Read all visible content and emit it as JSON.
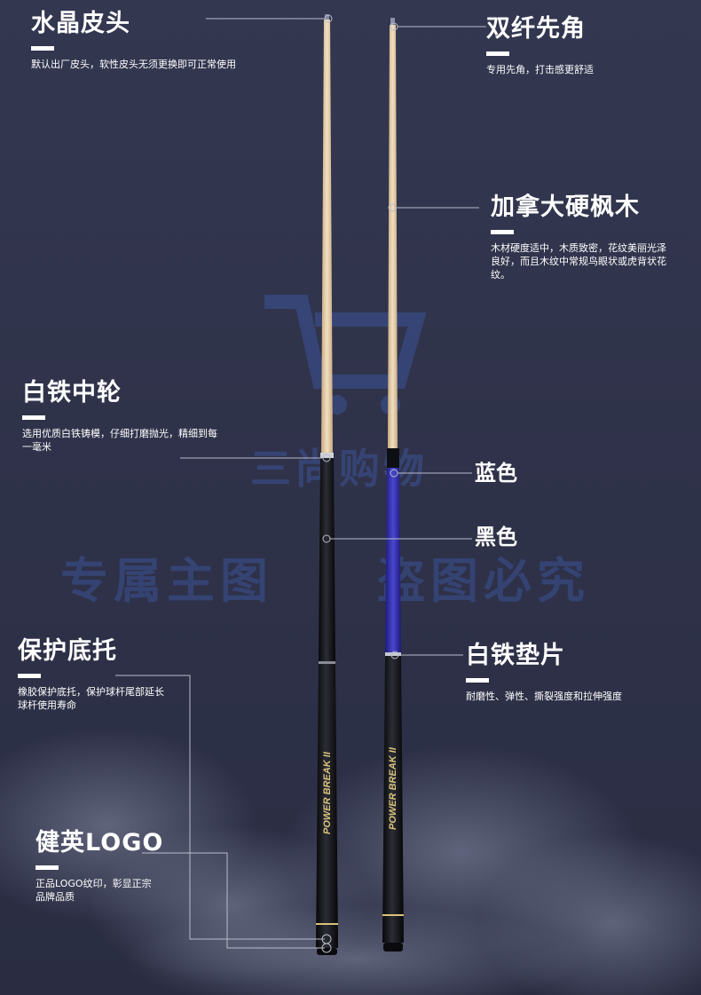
{
  "colors": {
    "background": "#333750",
    "maple": "#e4cda8",
    "cue_black": "#14151b",
    "cue_blue": "#2c2a9e",
    "gold_text": "#d9c27a"
  },
  "watermark": {
    "line1": "三尚购物",
    "line2": "专属主图",
    "line3": "盗图必究"
  },
  "cue_logo": "POWER BREAK II",
  "features": {
    "tip": {
      "title": "水晶皮头",
      "desc": "默认出厂皮头，软性皮头无须更换即可正常使用"
    },
    "ferrule": {
      "title": "双纤先角",
      "desc": "专用先角，打击感更舒适"
    },
    "maple": {
      "title": "加拿大硬枫木",
      "desc": "木材硬度适中，木质致密，花纹美丽光泽良好，而且木纹中常规鸟眼状或虎背状花纹。"
    },
    "joint": {
      "title": "白铁中轮",
      "desc": "选用优质白铁铸模，仔细打磨抛光，精细到每一毫米"
    },
    "blue": {
      "title": "蓝色"
    },
    "black": {
      "title": "黑色"
    },
    "bumper": {
      "title": "保护底托",
      "desc": "橡胶保护底托，保护球杆尾部延长球杆使用寿命"
    },
    "washer": {
      "title": "白铁垫片",
      "desc": "耐磨性、弹性、撕裂强度和拉伸强度"
    },
    "logo": {
      "title": "健英LOGO",
      "desc": "正品LOGO纹印，彰显正宗品牌品质"
    }
  }
}
